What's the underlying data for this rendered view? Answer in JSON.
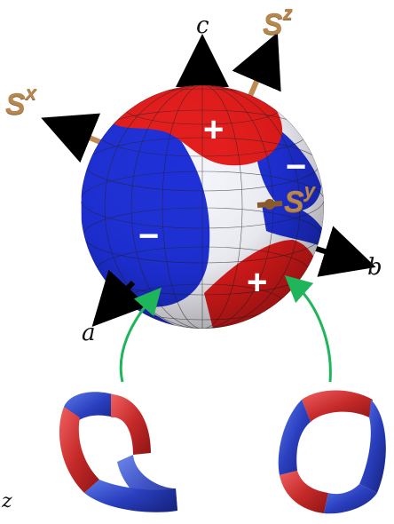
{
  "axes": {
    "a": "a",
    "b": "b",
    "c": "c"
  },
  "spins": {
    "x": {
      "base": "S",
      "sup": "x"
    },
    "y": {
      "base": "S",
      "sup": "y"
    },
    "z": {
      "base": "S",
      "sup": "z"
    }
  },
  "signs": {
    "top_plus": "+",
    "right_minus": "−",
    "left_minus": "−",
    "bottom_plus": "+"
  },
  "bottom_left_mark": "z",
  "colors": {
    "positive": "#e41b1b",
    "negative": "#1d2fd6",
    "spin_arrow": "#c08a52",
    "green_arrow": "#1fb55a"
  },
  "icons": [
    "sphere-orbital",
    "axis-arrow",
    "spin-arrow",
    "mobius-strip",
    "curved-arrow"
  ]
}
